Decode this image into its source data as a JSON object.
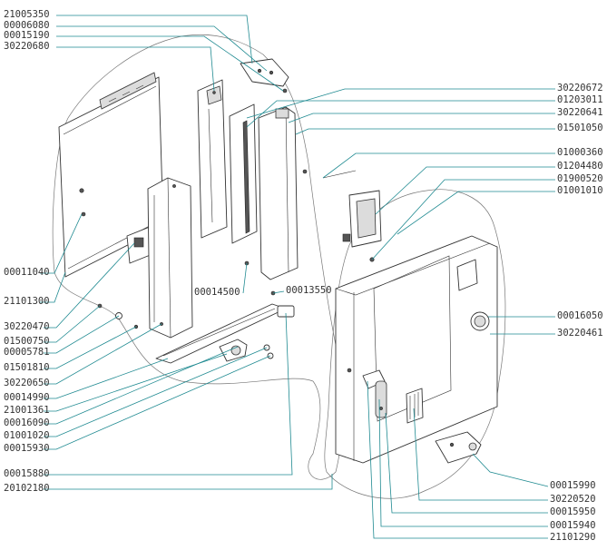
{
  "labels": {
    "p21005350": "21005350",
    "p00006080": "00006080",
    "p00015190": "00015190",
    "p30220680": "30220680",
    "p30220672": "30220672",
    "p01203011": "01203011",
    "p30220641": "30220641",
    "p01501050": "01501050",
    "p01000360": "01000360",
    "p01204480": "01204480",
    "p01900520": "01900520",
    "p01001010": "01001010",
    "p00011040": "00011040",
    "p21101300": "21101300",
    "p30220470": "30220470",
    "p01500750": "01500750",
    "p00005781": "00005781",
    "p01501810": "01501810",
    "p30220650": "30220650",
    "p00014990": "00014990",
    "p21001361": "21001361",
    "p00016090": "00016090",
    "p01001020": "01001020",
    "p00015930": "00015930",
    "p00015880": "00015880",
    "p20102180": "20102180",
    "p00014500": "00014500",
    "p00013550": "00013550",
    "p00016050": "00016050",
    "p30220461": "30220461",
    "p00015990": "00015990",
    "p30220520": "30220520",
    "p00015950": "00015950",
    "p00015940": "00015940",
    "p21101290": "21101290"
  },
  "colors": {
    "leader": "#1f8a91",
    "line": "#333333",
    "text": "#333333"
  }
}
